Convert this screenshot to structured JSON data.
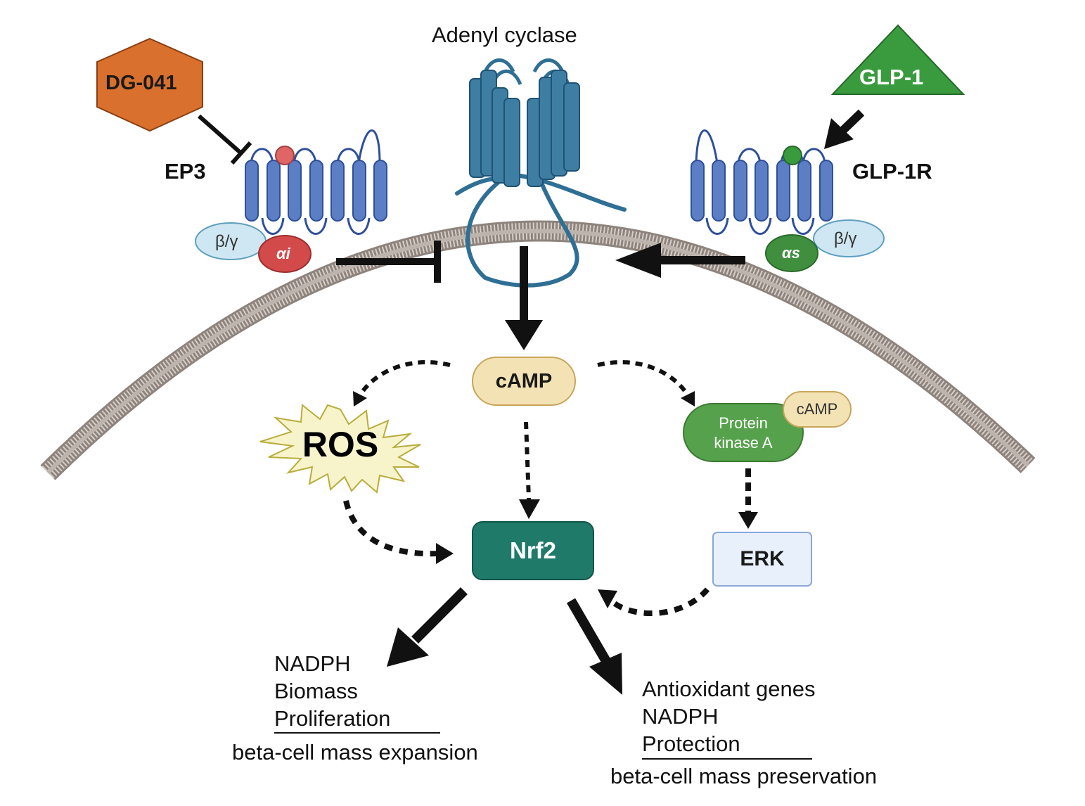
{
  "labels": {
    "adenyl_cyclase": "Adenyl cyclase",
    "dg041": "DG-041",
    "ep3": "EP3",
    "glp1": "GLP-1",
    "glp1r": "GLP-1R",
    "beta_gamma_left": "β/γ",
    "beta_gamma_right": "β/γ",
    "alpha_i": "αi",
    "alpha_s": "αs",
    "camp": "cAMP",
    "ros": "ROS",
    "pka": "Protein kinase A",
    "pka_line1": "Protein",
    "pka_line2": "kinase A",
    "pka_camp": "cAMP",
    "nrf2": "Nrf2",
    "erk": "ERK"
  },
  "outcomes": {
    "left": {
      "items": [
        "NADPH",
        "Biomass",
        "Proliferation"
      ],
      "result": "beta-cell mass expansion"
    },
    "right": {
      "items": [
        "Antioxidant genes",
        "NADPH",
        "Protection"
      ],
      "result": "beta-cell mass preservation"
    }
  },
  "colors": {
    "membrane": "#a39a94",
    "receptor": "#5b7ec4",
    "adenyl_cyclase": "#2f6f95",
    "dg041": "#d9702e",
    "glp1": "#3a9b3e",
    "ep3_ligand_dot": "#e06666",
    "glp1r_ligand_dot": "#3a9b3e",
    "alpha_i": "#d24a4a",
    "alpha_s": "#3f8f3f",
    "beta_gamma": "#cfe7f2",
    "camp": "#f3e3b4",
    "ros_star": "#f7f4cc",
    "pka": "#56a24c",
    "nrf2": "#1f7a6a",
    "erk": "#e8f0fc",
    "arrow": "#111111"
  }
}
